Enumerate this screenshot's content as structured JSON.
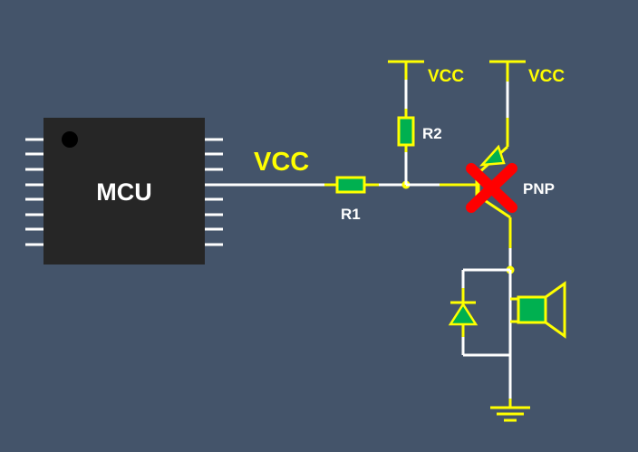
{
  "colors": {
    "background": "#44546a",
    "wire_yellow": "#ffff00",
    "wire_white": "#ffffff",
    "component_fill": "#00b050",
    "chip_body": "#262626",
    "cross": "#ff0000"
  },
  "mcu": {
    "label": "MCU",
    "pins_per_side": 8
  },
  "labels": {
    "signal": "VCC",
    "r1": "R1",
    "r2": "R2",
    "transistor": "PNP",
    "vcc_r2": "VCC",
    "vcc_emitter": "VCC"
  },
  "components": {
    "resistors": [
      "R1",
      "R2"
    ],
    "transistor_type": "PNP",
    "transistor_marked_wrong": true,
    "diode": "flyback-diode",
    "load": "speaker-icon",
    "ground": "ground-icon"
  }
}
